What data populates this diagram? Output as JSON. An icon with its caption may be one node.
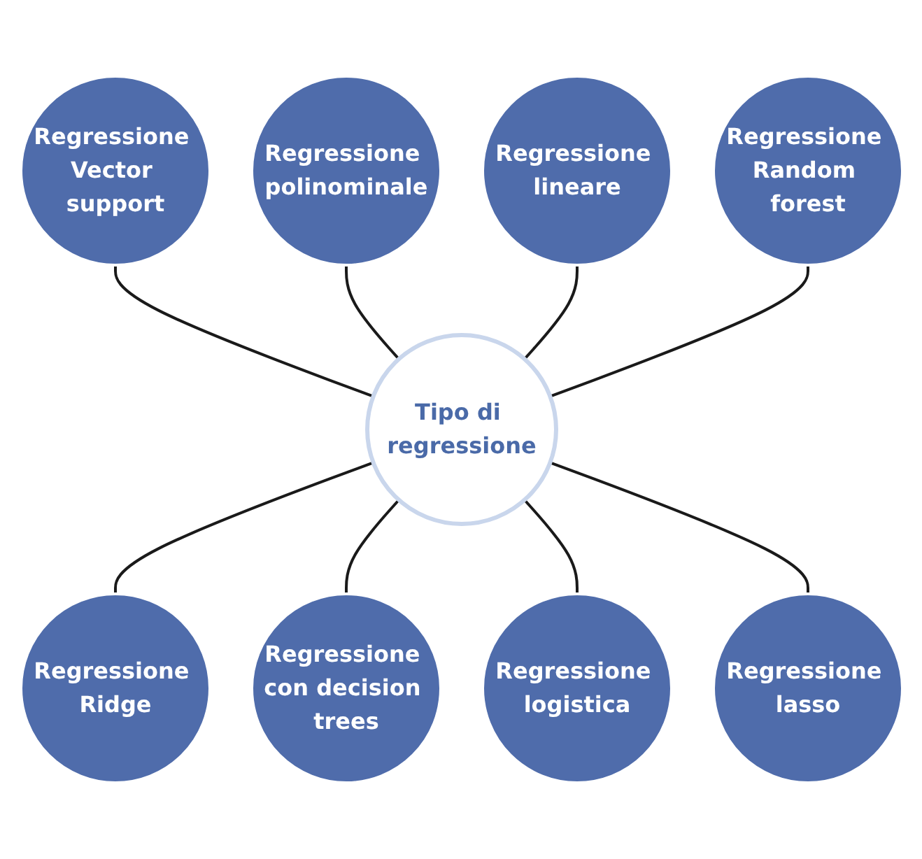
{
  "diagram": {
    "nodes": [
      {
        "text": [
          "Tipo di regressione"
        ]
      },
      {
        "text": [
          "Regressione lineare"
        ]
      },
      {
        "text": [
          "Regressione Random forest"
        ]
      },
      {
        "text": [
          "Regressione lasso"
        ]
      },
      {
        "text": [
          "Regressione logistica"
        ]
      },
      {
        "text": [
          "Regressione con decision trees"
        ]
      },
      {
        "text": [
          "Regressione Ridge"
        ]
      },
      {
        "text": [
          "Regressione Vector support"
        ]
      },
      {
        "text": [
          "Regressione polinominale"
        ]
      }
    ],
    "edges": [
      {
        "from": 7,
        "to": 0,
        "arrow": "none"
      },
      {
        "from": 8,
        "to": 0,
        "arrow": "none"
      },
      {
        "from": 1,
        "to": 0,
        "arrow": "none"
      },
      {
        "from": 2,
        "to": 0,
        "arrow": "none"
      },
      {
        "from": 0,
        "to": 6,
        "arrow": "none"
      },
      {
        "from": 0,
        "to": 5,
        "arrow": "none"
      },
      {
        "from": 0,
        "to": 4,
        "arrow": "none"
      },
      {
        "from": 0,
        "to": 3,
        "arrow": "none"
      }
    ]
  }
}
